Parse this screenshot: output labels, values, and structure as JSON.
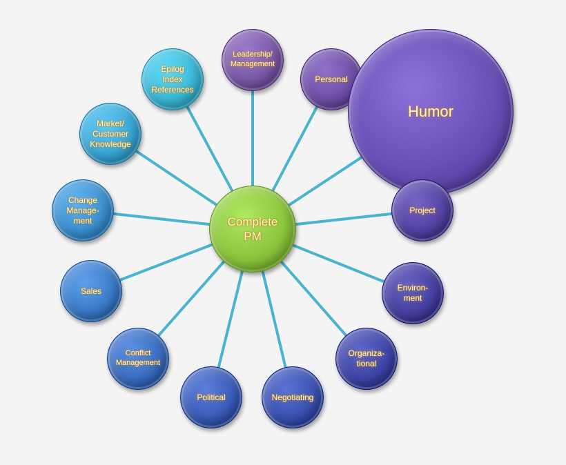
{
  "center": {
    "label": "Complete\nPM",
    "color": "#8cc63e"
  },
  "link_color": "#4ab3cf",
  "nodes": [
    {
      "id": "leadership",
      "label": "Leadership/\nManagement",
      "color": "#7a58a8"
    },
    {
      "id": "personal",
      "label": "Personal",
      "color": "#6e4ea6"
    },
    {
      "id": "humor",
      "label": "Humor",
      "color": "#6a50b6"
    },
    {
      "id": "project",
      "label": "Project",
      "color": "#5442a2"
    },
    {
      "id": "environment",
      "label": "Environ-\nment",
      "color": "#4440a0"
    },
    {
      "id": "organizational",
      "label": "Organiza-\ntional",
      "color": "#3e44a6"
    },
    {
      "id": "negotiating",
      "label": "Negotiating",
      "color": "#3a50b0"
    },
    {
      "id": "political",
      "label": "Political",
      "color": "#3a5cb8"
    },
    {
      "id": "conflict",
      "label": "Conflict\nManagement",
      "color": "#3a6cc0"
    },
    {
      "id": "sales",
      "label": "Sales",
      "color": "#3a7cc8"
    },
    {
      "id": "change",
      "label": "Change\nManage-\nment",
      "color": "#3a90d0"
    },
    {
      "id": "market",
      "label": "Market/\nCustomer\nKnowledge",
      "color": "#38a6d6"
    },
    {
      "id": "epilog",
      "label": "Epilog\nIndex\nReferences",
      "color": "#3ab8d8"
    }
  ]
}
